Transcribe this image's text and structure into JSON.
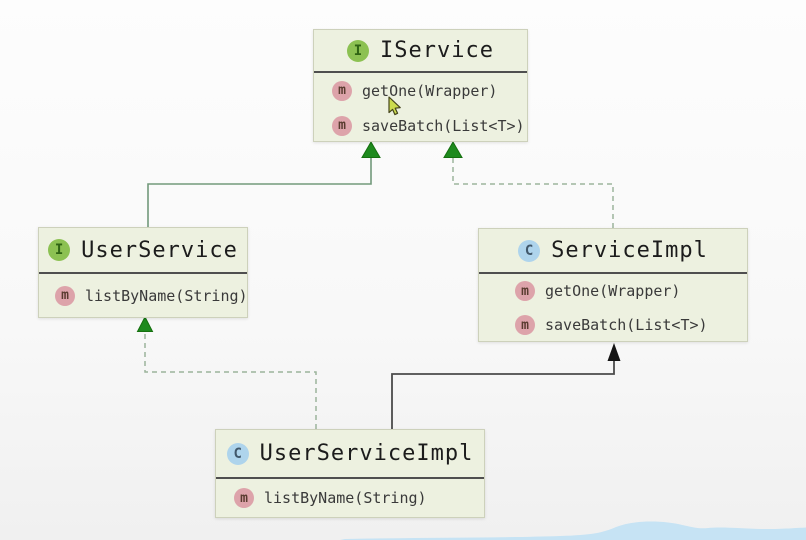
{
  "diagram": {
    "classes": [
      {
        "name": "IService",
        "stereotype": "interface",
        "badge": "I",
        "methods": [
          {
            "badge": "m",
            "signature": "getOne(Wrapper)"
          },
          {
            "badge": "m",
            "signature": "saveBatch(List<T>)"
          }
        ]
      },
      {
        "name": "UserService",
        "stereotype": "interface",
        "badge": "I",
        "methods": [
          {
            "badge": "m",
            "signature": "listByName(String)"
          }
        ]
      },
      {
        "name": "ServiceImpl",
        "stereotype": "class",
        "badge": "C",
        "methods": [
          {
            "badge": "m",
            "signature": "getOne(Wrapper)"
          },
          {
            "badge": "m",
            "signature": "saveBatch(List<T>)"
          }
        ]
      },
      {
        "name": "UserServiceImpl",
        "stereotype": "class",
        "badge": "C",
        "methods": [
          {
            "badge": "m",
            "signature": "listByName(String)"
          }
        ]
      }
    ],
    "relationships": [
      {
        "from": "UserService",
        "to": "IService",
        "type": "extends",
        "line": "solid",
        "color": "green"
      },
      {
        "from": "ServiceImpl",
        "to": "IService",
        "type": "implements",
        "line": "dashed",
        "color": "green"
      },
      {
        "from": "UserServiceImpl",
        "to": "UserService",
        "type": "implements",
        "line": "dashed",
        "color": "green"
      },
      {
        "from": "UserServiceImpl",
        "to": "ServiceImpl",
        "type": "extends",
        "line": "solid",
        "color": "black"
      }
    ],
    "colors": {
      "node_fill": "#edf1e0",
      "node_border": "#cdd1bb",
      "divider": "#4f4f4f",
      "interface_badge": "#8cc152",
      "class_badge": "#aed4ec",
      "method_badge": "#dda3aa",
      "arrow_green": "#1e8a1e",
      "solid_line_green": "#72997b",
      "dashed_line_green": "#9cb49c",
      "solid_line_dark": "#4b4b4b",
      "wave_blue": "#c6e3f4"
    }
  }
}
